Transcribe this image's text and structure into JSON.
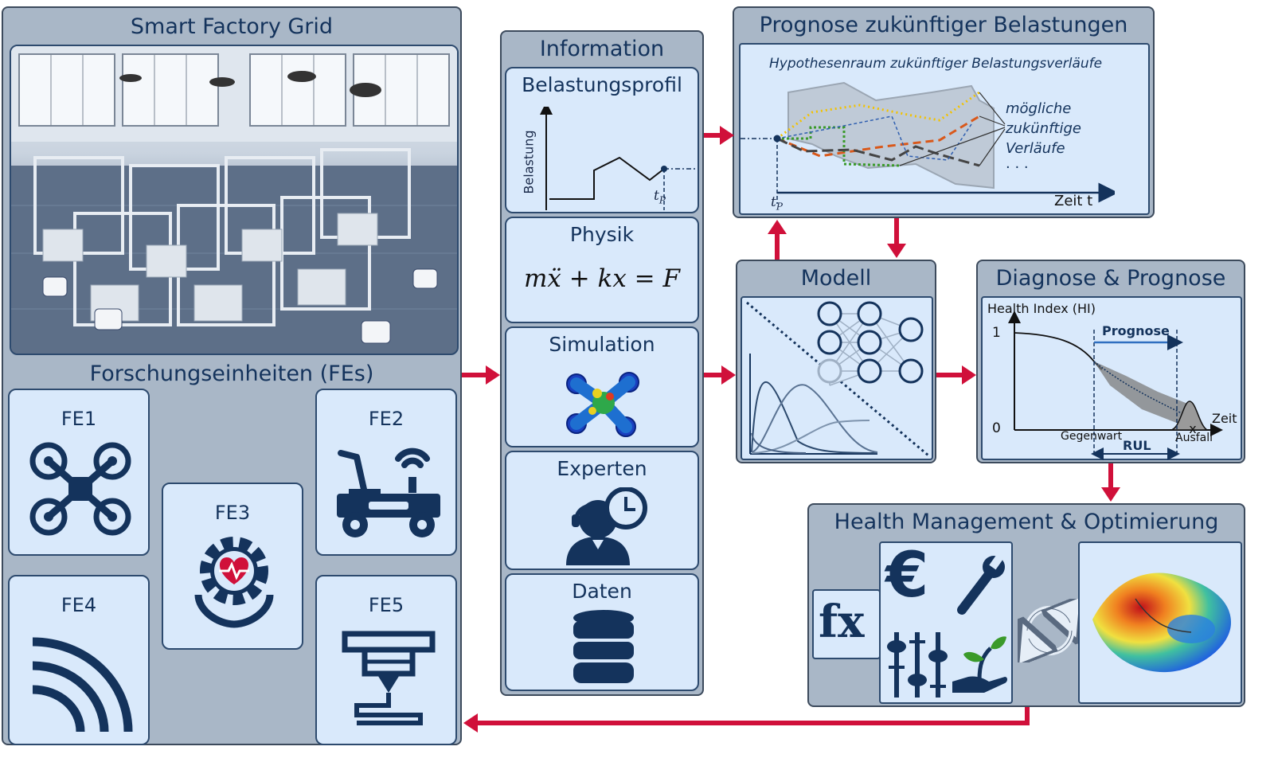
{
  "factory": {
    "title": "Smart Factory Grid",
    "fe_section_title": "Forschungseinheiten (FEs)",
    "units": [
      {
        "label": "FE1",
        "icon": "drone-icon"
      },
      {
        "label": "FE2",
        "icon": "robot-vehicle-icon"
      },
      {
        "label": "FE3",
        "icon": "health-gear-icon"
      },
      {
        "label": "FE4",
        "icon": "signal-waves-icon"
      },
      {
        "label": "FE5",
        "icon": "3d-printer-icon"
      }
    ]
  },
  "information": {
    "title": "Information",
    "belastungsprofil": {
      "title": "Belastungsprofil",
      "ylabel": "Belastung",
      "tick": "t",
      "tick_sub": "P"
    },
    "physik": {
      "title": "Physik",
      "equation": "mẍ + kx = F"
    },
    "simulation": {
      "title": "Simulation",
      "icon": "fem-simulation-icon"
    },
    "experten": {
      "title": "Experten",
      "icon": "expert-headset-icon"
    },
    "daten": {
      "title": "Daten",
      "icon": "database-icon"
    }
  },
  "prognose": {
    "title": "Prognose zukünftiger Belastungen",
    "hypothesis": "Hypothesenraum zukünftiger Belastungsverläufe",
    "possible_line1": "mögliche",
    "possible_line2": "zukünftige",
    "possible_line3": "Verläufe",
    "ellipsis": "· · ·",
    "tick": "t",
    "tick_sub": "P",
    "xlabel": "Zeit t",
    "colors": {
      "yellow": "#f2c200",
      "orange": "#d9581a",
      "green": "#3a9a2a",
      "blue": "#2f5fb0",
      "gray": "#555555"
    }
  },
  "modell": {
    "title": "Modell",
    "icon": "neural-network-icon"
  },
  "diagnose": {
    "title": "Diagnose & Prognose",
    "ylabel": "Health Index (HI)",
    "y_top": "1",
    "y_bottom": "0",
    "prognose_label": "Prognose",
    "xlabel": "Zeit",
    "gegenwart": "Gegenwart",
    "ausfall": "Ausfall",
    "rul": "RUL"
  },
  "health": {
    "title": "Health Management & Optimierung",
    "fx": "fx",
    "euro": "€",
    "icons": [
      "function-icon",
      "euro-icon",
      "wrench-icon",
      "sliders-icon",
      "plant-hand-icon",
      "cycle-icon",
      "optimization-surface-icon"
    ]
  },
  "colors": {
    "arrow": "#d0103a",
    "panel": "#a9b7c7",
    "inner": "#d9e9fb",
    "navy": "#14335c"
  }
}
